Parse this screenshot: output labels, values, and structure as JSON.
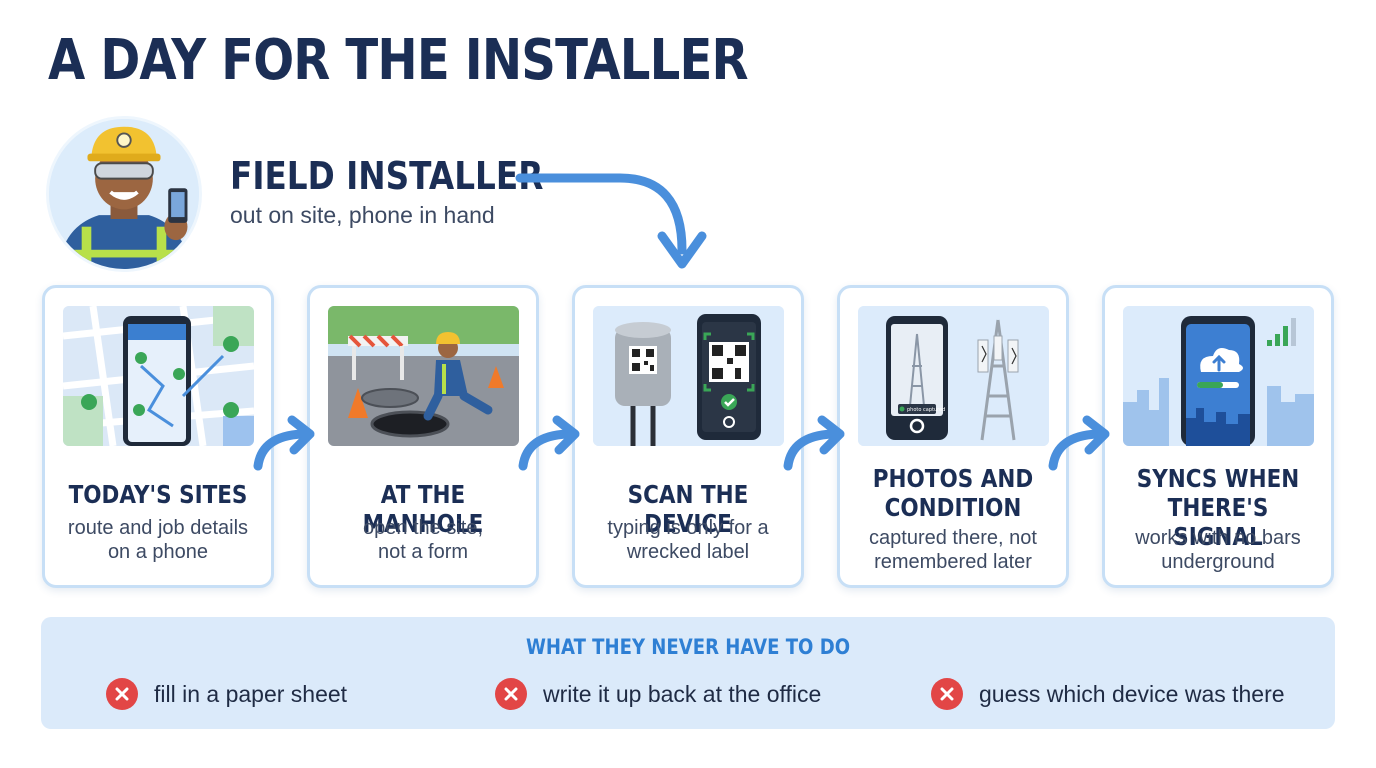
{
  "title": "A DAY FOR THE INSTALLER",
  "role": {
    "title": "FIELD INSTALLER",
    "subtitle": "out on site, phone in hand"
  },
  "steps": [
    {
      "title": "TODAY'S SITES",
      "desc_line1": "route and job details",
      "desc_line2": "on a phone"
    },
    {
      "title": "AT THE MANHOLE",
      "desc_line1": "open the site,",
      "desc_line2": "not a form"
    },
    {
      "title": "SCAN THE DEVICE",
      "desc_line1": "typing is only for a",
      "desc_line2": "wrecked label"
    },
    {
      "title_line1": "PHOTOS AND",
      "title_line2": "CONDITION",
      "desc_line1": "captured there, not",
      "desc_line2": "remembered later",
      "phone_label": "photo captured"
    },
    {
      "title_line1": "SYNCS WHEN",
      "title_line2": "THERE'S SIGNAL",
      "desc_line1": "works with no bars",
      "desc_line2": "underground"
    }
  ],
  "never": {
    "title": "WHAT THEY NEVER HAVE TO DO",
    "items": [
      "fill in a paper sheet",
      "write it up back at the office",
      "guess which device was there"
    ]
  },
  "colors": {
    "navy": "#1b2e55",
    "accent_blue": "#2e7fd4",
    "arrow_blue": "#4a8fdc",
    "card_border": "#c7dff6",
    "panel_bg": "#dbeafa",
    "x_red": "#e24646",
    "pin_green": "#3aa657"
  },
  "icons": [
    "worker-avatar",
    "map-pins",
    "manhole",
    "qr-code",
    "camera",
    "cell-tower",
    "cloud-upload",
    "signal-bars",
    "close-icon"
  ]
}
